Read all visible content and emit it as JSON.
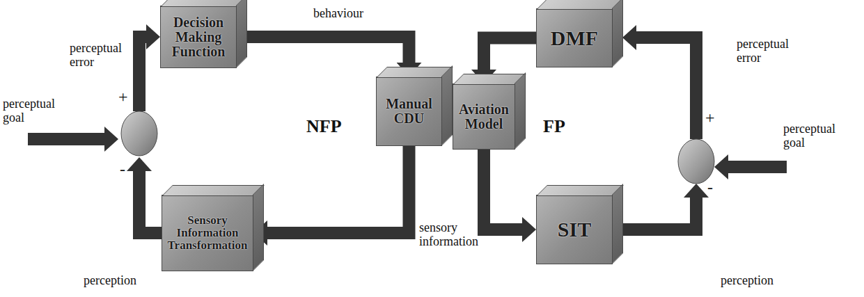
{
  "diagram": {
    "nodes": [
      {
        "text": [
          "Decision Making Function"
        ]
      },
      {
        "text": [
          "Manual CDU"
        ]
      },
      {
        "text": [
          "Sensory Information Transformation"
        ]
      },
      {
        "text": [
          "DMF"
        ]
      },
      {
        "text": [
          "Aviation Model"
        ]
      },
      {
        "text": [
          "SIT"
        ]
      }
    ],
    "edges": [
      {
        "from": 0,
        "to": 1,
        "arrow": "to",
        "label": "behaviour"
      },
      {
        "from": 1,
        "to": 2,
        "arrow": "to",
        "label": "sensory information"
      },
      {
        "from": 3,
        "to": 4,
        "arrow": "to"
      },
      {
        "from": 4,
        "to": 5,
        "arrow": "to"
      }
    ],
    "labels": [
      "perceptual error",
      "+",
      "perceptual goal",
      "-",
      "perception",
      "NFP",
      "FP",
      "perceptual error",
      "+",
      "perceptual goal",
      "-",
      "perception"
    ]
  }
}
